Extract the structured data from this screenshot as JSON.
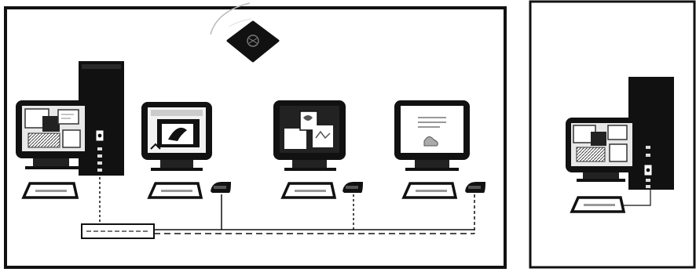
{
  "colors": {
    "ink": "#111111",
    "paper": "#ffffff",
    "grey": "#cfcfcf",
    "light": "#efefef"
  },
  "panels": {
    "left": {
      "name": "network-overview-panel"
    },
    "right": {
      "name": "standalone-workstation-panel"
    }
  },
  "icons": {
    "router": "router-icon",
    "switch": "network-switch-icon",
    "tower": "computer-tower-icon",
    "monitor": "monitor-icon",
    "keyboard": "keyboard-icon",
    "mouse": "mouse-icon"
  },
  "workstations": [
    {
      "name": "workstation-1",
      "screen": "window-collage"
    },
    {
      "name": "workstation-2",
      "screen": "photo-edit"
    },
    {
      "name": "workstation-3",
      "screen": "image-viewer"
    },
    {
      "name": "workstation-4",
      "screen": "document"
    }
  ]
}
